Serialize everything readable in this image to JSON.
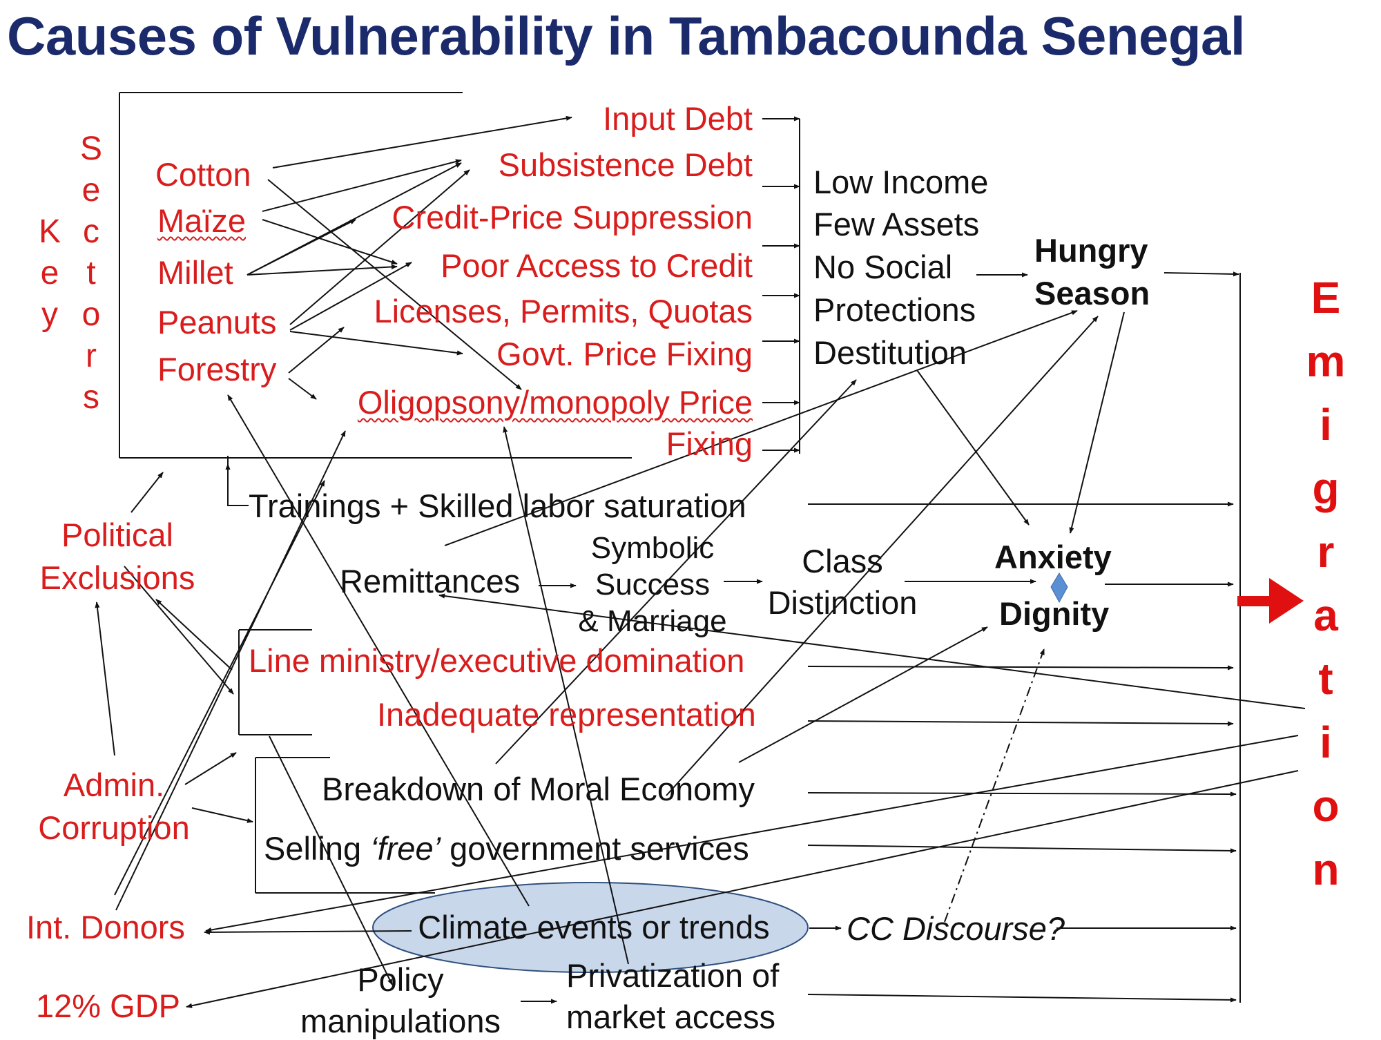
{
  "title": "Causes of Vulnerability in Tambacounda Senegal",
  "colors": {
    "title": "#1b2a6b",
    "cause_red": "#d91c1c",
    "text": "#111111",
    "emigration": "#e01010",
    "ellipse_fill": "#c9d7ea",
    "diamond": "#5b8fd4"
  },
  "key_sectors": {
    "key_letters": [
      "K",
      "e",
      "y"
    ],
    "sectors_letters": [
      "S",
      "e",
      "c",
      "t",
      "o",
      "r",
      "s"
    ],
    "items": [
      "Cotton",
      "Maïze",
      "Millet",
      "Peanuts",
      "Forestry"
    ]
  },
  "debts": [
    "Input Debt",
    "Subsistence Debt",
    "Credit-Price Suppression",
    "Poor Access to Credit",
    "Licenses, Permits, Quotas",
    "Govt. Price Fixing",
    "Oligopsony/monopoly Price",
    "Fixing"
  ],
  "poverty": [
    "Low Income",
    "Few Assets",
    "No Social",
    "Protections",
    "Destitution"
  ],
  "hungry_season": [
    "Hungry",
    "Season"
  ],
  "emigration_letters": [
    "E",
    "m",
    "i",
    "g",
    "r",
    "a",
    "t",
    "i",
    "o",
    "n"
  ],
  "trainings": "Trainings + Skilled labor saturation",
  "political_exclusions": [
    "Political",
    "Exclusions"
  ],
  "remittances": "Remittances",
  "symbolic": [
    "Symbolic",
    "Success",
    "& Marriage"
  ],
  "class_distinction": [
    "Class",
    "Distinction"
  ],
  "anxiety": "Anxiety",
  "dignity": "Dignity",
  "line_ministry": "Line ministry/executive domination",
  "inadequate": "Inadequate representation",
  "admin_corruption": [
    "Admin.",
    "Corruption"
  ],
  "moral_economy": "Breakdown of Moral Economy",
  "selling": {
    "pre": "Selling ",
    "free": "‘free’",
    "post": " government services"
  },
  "int_donors": "Int. Donors",
  "gdp": "12% GDP",
  "climate": "Climate events or trends",
  "cc_discourse": "CC Discourse?",
  "policy": [
    "Policy",
    "manipulations"
  ],
  "privatization": [
    "Privatization of",
    "market access"
  ]
}
